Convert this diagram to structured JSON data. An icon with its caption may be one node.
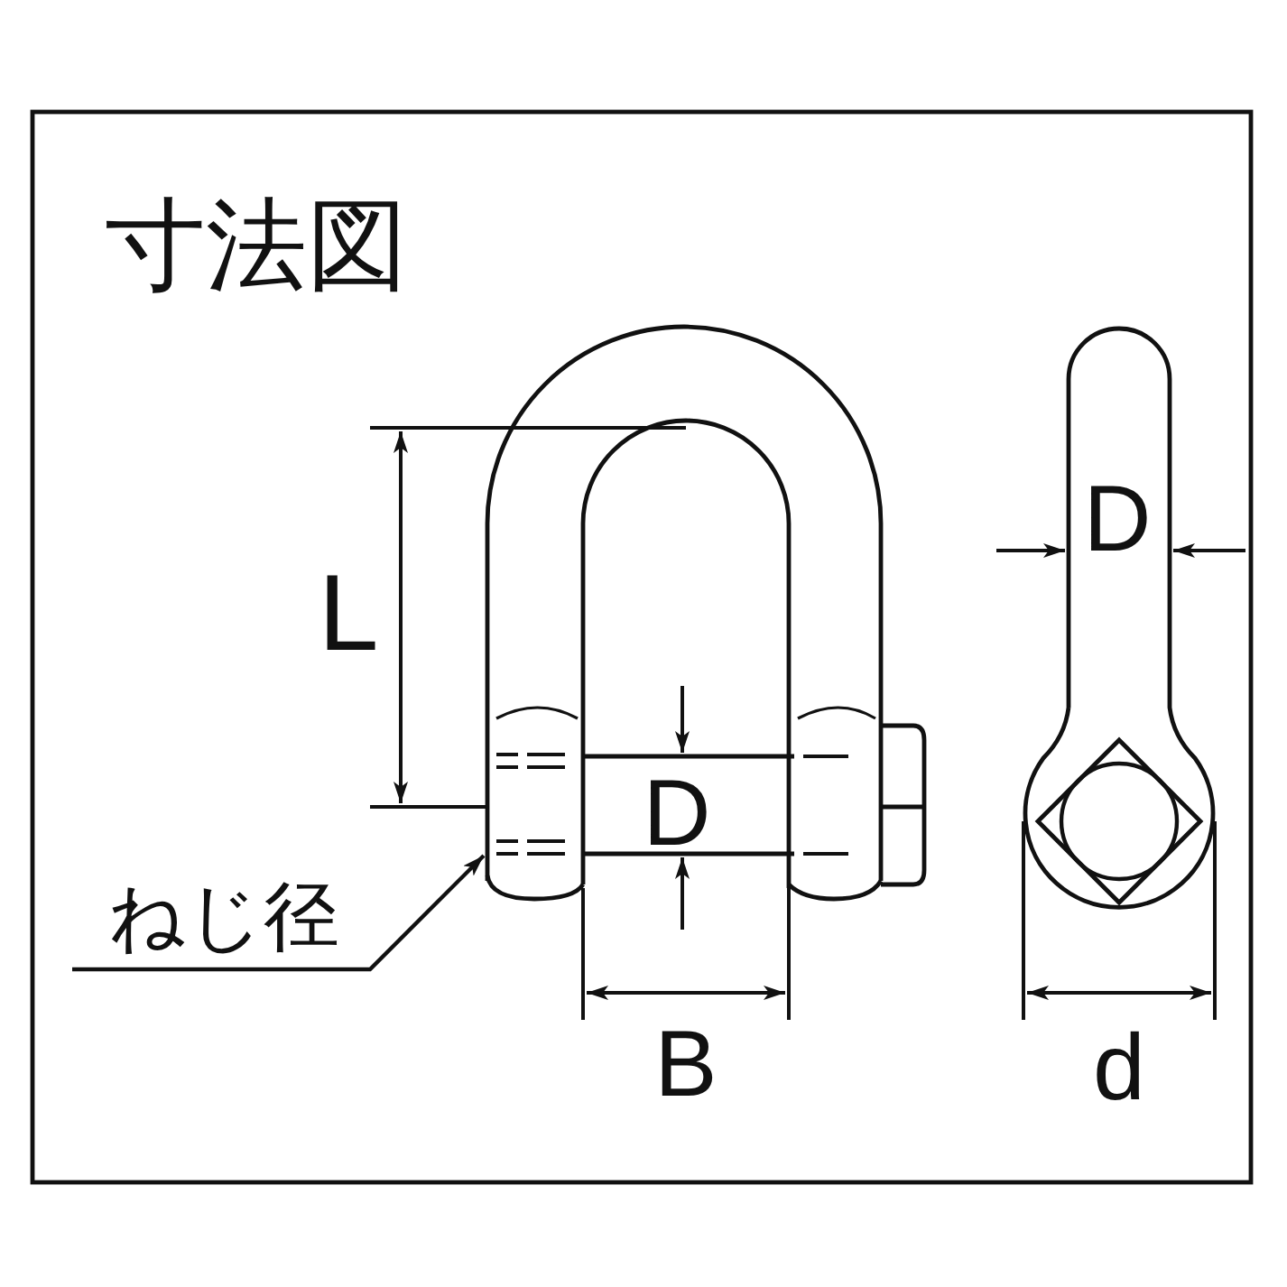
{
  "diagram": {
    "title": "寸法図",
    "nodes": [
      {
        "text": [
          "ねじ径"
        ]
      },
      {
        "text": [],
        "shape": "picture"
      }
    ],
    "edges": [
      {
        "from": 0,
        "to": 1,
        "arrow": "to"
      }
    ],
    "labels": [
      "L",
      "D",
      "B",
      "D",
      "d"
    ]
  }
}
